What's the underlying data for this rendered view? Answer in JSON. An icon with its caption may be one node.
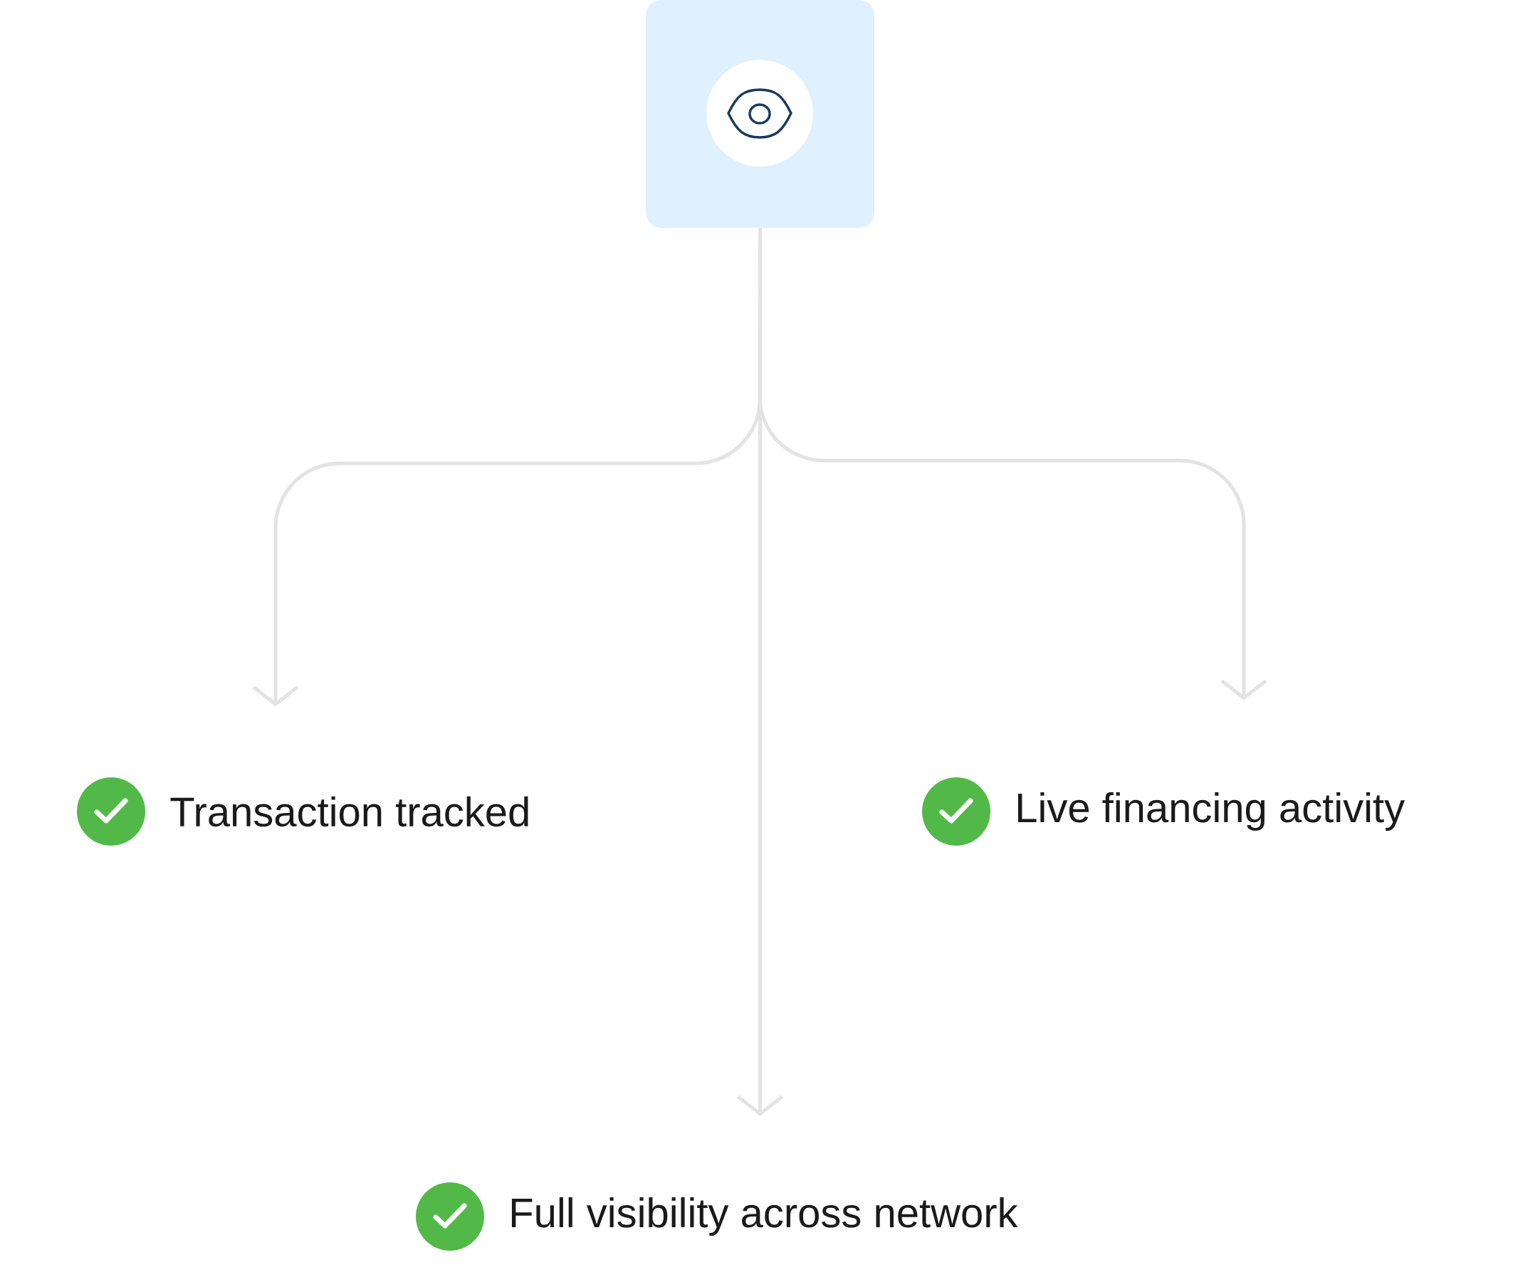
{
  "diagram": {
    "nodes": [
      {
        "text": [],
        "shape": "box"
      },
      {
        "text": [
          "Transaction tracked"
        ]
      },
      {
        "text": [
          "Live financing activity"
        ]
      },
      {
        "text": [
          "Full visibility across network"
        ]
      }
    ],
    "edges": [
      {
        "from": 0,
        "to": 1,
        "arrow": "to"
      },
      {
        "from": 0,
        "to": 2,
        "arrow": "to"
      },
      {
        "from": 0,
        "to": 3,
        "arrow": "to"
      }
    ]
  }
}
